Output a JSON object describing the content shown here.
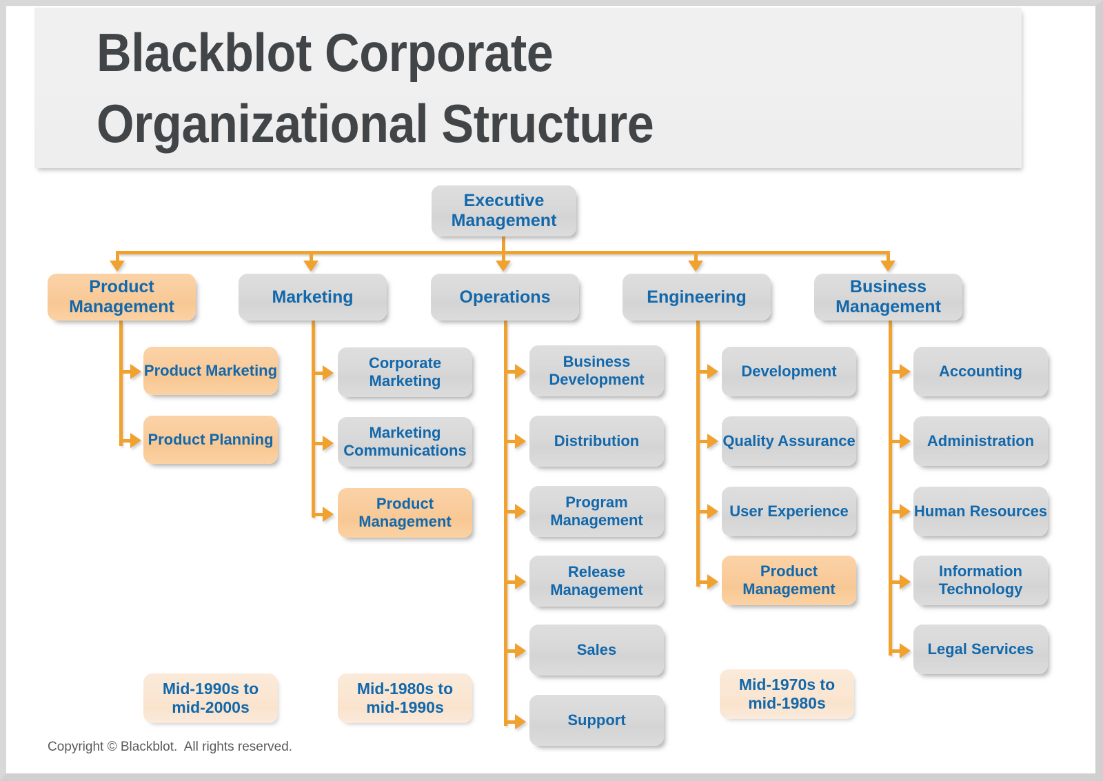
{
  "page": {
    "title": "Blackblot Corporate\nOrganizational Structure",
    "copyright": "Copyright © Blackblot.  All rights reserved.",
    "accent_color": "#f0a12e",
    "node_text_color": "#1268ab",
    "gray_fill": "#d9d9d9",
    "orange_fill": "#f9cb9b",
    "cream_fill": "#fae6d2",
    "title_color": "#414548",
    "banner_fill": "#f0f0f0"
  },
  "chart_data": {
    "type": "tree",
    "title": "Blackblot Corporate Organizational Structure",
    "root": "Executive Management",
    "highlight_meaning": "orange fill marks Product Management functions",
    "nodes": [
      {
        "id": "exec",
        "label": "Executive Management",
        "level": 0,
        "fill": "gray",
        "parent": null
      },
      {
        "id": "pm",
        "label": "Product\nManagement",
        "level": 1,
        "fill": "orange",
        "parent": "exec"
      },
      {
        "id": "mkt",
        "label": "Marketing",
        "level": 1,
        "fill": "gray",
        "parent": "exec"
      },
      {
        "id": "ops",
        "label": "Operations",
        "level": 1,
        "fill": "gray",
        "parent": "exec"
      },
      {
        "id": "eng",
        "label": "Engineering",
        "level": 1,
        "fill": "gray",
        "parent": "exec"
      },
      {
        "id": "biz",
        "label": "Business\nManagement",
        "level": 1,
        "fill": "gray",
        "parent": "exec"
      }
    ]
  },
  "title": {
    "line1": "Blackblot Corporate",
    "line2": "Organizational Structure"
  },
  "root_node": {
    "label": "Executive\nManagement",
    "fill": "gray"
  },
  "columns": [
    {
      "key": "product-management",
      "parent": {
        "label": "Product\nManagement",
        "fill": "orange"
      },
      "children": [
        {
          "label": "Product Marketing",
          "fill": "orange"
        },
        {
          "label": "Product Planning",
          "fill": "orange"
        }
      ],
      "era": "Mid-1990s to\nmid-2000s"
    },
    {
      "key": "marketing",
      "parent": {
        "label": "Marketing",
        "fill": "gray"
      },
      "children": [
        {
          "label": "Corporate\nMarketing",
          "fill": "gray"
        },
        {
          "label": "Marketing\nCommunications",
          "fill": "gray"
        },
        {
          "label": "Product\nManagement",
          "fill": "orange"
        }
      ],
      "era": "Mid-1980s to\nmid-1990s"
    },
    {
      "key": "operations",
      "parent": {
        "label": "Operations",
        "fill": "gray"
      },
      "children": [
        {
          "label": "Business\nDevelopment",
          "fill": "gray"
        },
        {
          "label": "Distribution",
          "fill": "gray"
        },
        {
          "label": "Program\nManagement",
          "fill": "gray"
        },
        {
          "label": "Release\nManagement",
          "fill": "gray"
        },
        {
          "label": "Sales",
          "fill": "gray"
        },
        {
          "label": "Support",
          "fill": "gray"
        }
      ],
      "era": null
    },
    {
      "key": "engineering",
      "parent": {
        "label": "Engineering",
        "fill": "gray"
      },
      "children": [
        {
          "label": "Development",
          "fill": "gray"
        },
        {
          "label": "Quality Assurance",
          "fill": "gray"
        },
        {
          "label": "User Experience",
          "fill": "gray"
        },
        {
          "label": "Product\nManagement",
          "fill": "orange"
        }
      ],
      "era": "Mid-1970s to\nmid-1980s"
    },
    {
      "key": "business-management",
      "parent": {
        "label": "Business\nManagement",
        "fill": "gray"
      },
      "children": [
        {
          "label": "Accounting",
          "fill": "gray"
        },
        {
          "label": "Administration",
          "fill": "gray"
        },
        {
          "label": "Human Resources",
          "fill": "gray"
        },
        {
          "label": "Information\nTechnology",
          "fill": "gray"
        },
        {
          "label": "Legal Services",
          "fill": "gray"
        }
      ],
      "era": null
    }
  ],
  "eras": [
    {
      "key": "era-1990s",
      "label": "Mid-1990s to\nmid-2000s"
    },
    {
      "key": "era-1980s",
      "label": "Mid-1980s to\nmid-1990s"
    },
    {
      "key": "era-1970s",
      "label": "Mid-1970s to\nmid-1980s"
    }
  ]
}
